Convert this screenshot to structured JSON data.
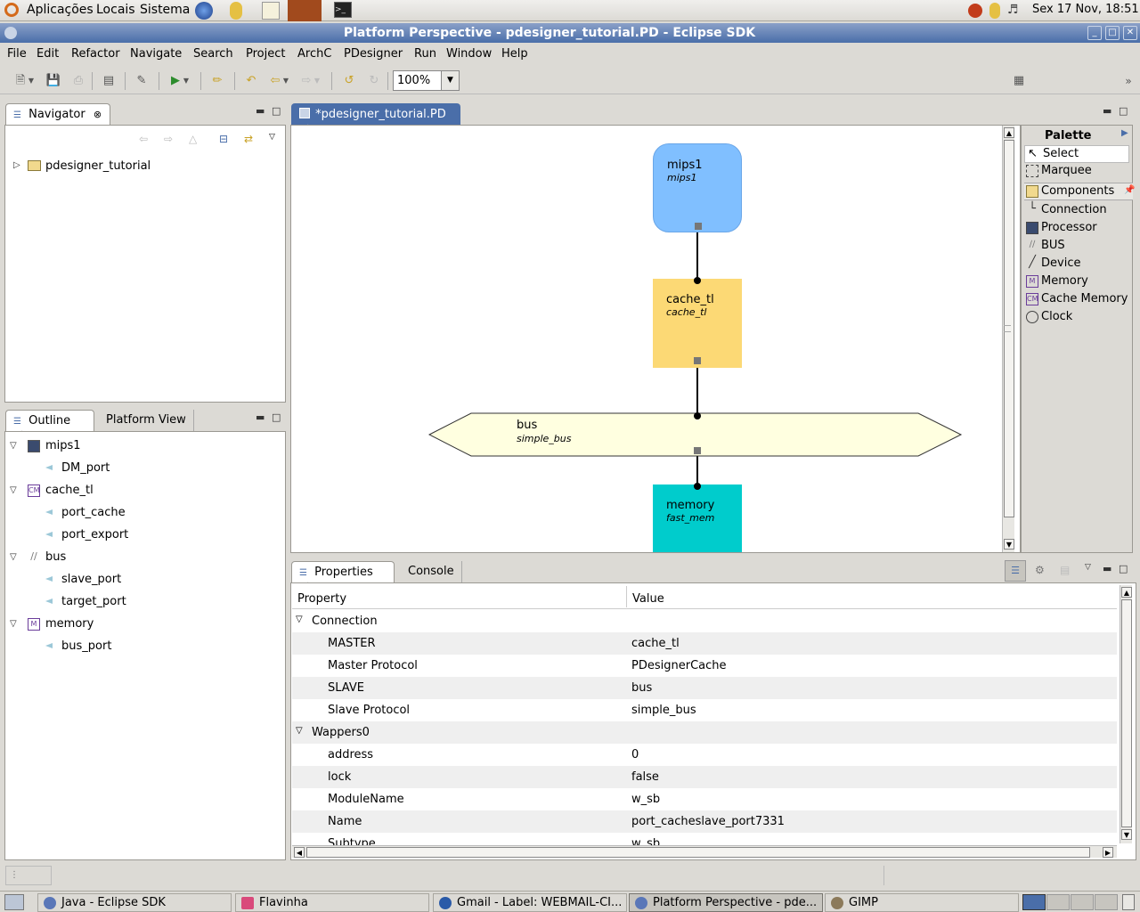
{
  "top_panel": {
    "menus": [
      "Aplicações",
      "Locais",
      "Sistema"
    ],
    "clock": "Sex 17 Nov, 18:51"
  },
  "window": {
    "title": "Platform Perspective - pdesigner_tutorial.PD - Eclipse SDK"
  },
  "menubar": [
    "File",
    "Edit",
    "Refactor",
    "Navigate",
    "Search",
    "Project",
    "ArchC",
    "PDesigner",
    "Run",
    "Window",
    "Help"
  ],
  "toolbar": {
    "zoom": "100%"
  },
  "navigator": {
    "tab": "Navigator",
    "items": [
      {
        "label": "pdesigner_tutorial"
      }
    ]
  },
  "outline": {
    "tabs": [
      "Outline",
      "Platform View"
    ],
    "tree": [
      {
        "label": "mips1",
        "icon": "processor-icon",
        "children": [
          "DM_port"
        ]
      },
      {
        "label": "cache_tl",
        "icon": "cache-memory-icon",
        "children": [
          "port_cache",
          "port_export"
        ]
      },
      {
        "label": "bus",
        "icon": "bus-icon",
        "children": [
          "slave_port",
          "target_port"
        ]
      },
      {
        "label": "memory",
        "icon": "memory-icon",
        "children": [
          "bus_port"
        ]
      }
    ]
  },
  "editor": {
    "tab": "*pdesigner_tutorial.PD",
    "nodes": {
      "mips1": {
        "name": "mips1",
        "type": "mips1",
        "color": "#80bfff"
      },
      "cache": {
        "name": "cache_tl",
        "type": "cache_tl",
        "color": "#fcd975"
      },
      "bus": {
        "name": "bus",
        "type": "simple_bus",
        "color": "#ffffe0"
      },
      "memory": {
        "name": "memory",
        "type": "fast_mem",
        "color": "#00cccc"
      }
    }
  },
  "palette": {
    "title": "Palette",
    "tools": [
      "Select",
      "Marquee"
    ],
    "drawer": "Components",
    "items": [
      {
        "label": "Connection",
        "icon": "connection-icon"
      },
      {
        "label": "Processor",
        "icon": "processor-icon"
      },
      {
        "label": "BUS",
        "icon": "bus-icon"
      },
      {
        "label": "Device",
        "icon": "device-icon"
      },
      {
        "label": "Memory",
        "icon": "memory-icon"
      },
      {
        "label": "Cache Memory",
        "icon": "cache-memory-icon"
      },
      {
        "label": "Clock",
        "icon": "clock-icon"
      }
    ]
  },
  "properties": {
    "tabs": [
      "Properties",
      "Console"
    ],
    "columns": [
      "Property",
      "Value"
    ],
    "categories": [
      {
        "name": "Connection",
        "rows": [
          {
            "key": "MASTER",
            "value": "cache_tl"
          },
          {
            "key": "Master Protocol",
            "value": "PDesignerCache"
          },
          {
            "key": "SLAVE",
            "value": "bus"
          },
          {
            "key": "Slave Protocol",
            "value": "simple_bus"
          }
        ]
      },
      {
        "name": "Wappers0",
        "rows": [
          {
            "key": "address",
            "value": "0"
          },
          {
            "key": "lock",
            "value": "false"
          },
          {
            "key": "ModuleName",
            "value": "w_sb"
          },
          {
            "key": "Name",
            "value": "port_cacheslave_port7331"
          },
          {
            "key": "Subtype",
            "value": "w_sb"
          }
        ]
      }
    ]
  },
  "taskbar": [
    {
      "label": "Java - Eclipse SDK",
      "active": false
    },
    {
      "label": "Flavinha",
      "active": false
    },
    {
      "label": "Gmail - Label: WEBMAIL-CI...",
      "active": false
    },
    {
      "label": "Platform Perspective - pde...",
      "active": true
    },
    {
      "label": "GIMP",
      "active": false
    }
  ]
}
